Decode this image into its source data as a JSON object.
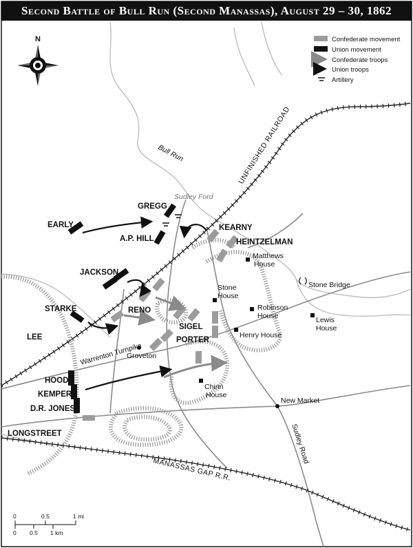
{
  "title": "Second Battle of Bull Run (Second Manassas), August 29 – 30, 1862",
  "compass": {
    "north_label": "N",
    "icon": "compass-rose-icon"
  },
  "legend": [
    {
      "label": "Confederate movement",
      "symbol": "gray-bar"
    },
    {
      "label": "Union movement",
      "symbol": "black-bar"
    },
    {
      "label": "Confederate troops",
      "symbol": "gray-arrow"
    },
    {
      "label": "Union troops",
      "symbol": "black-arrow"
    },
    {
      "label": "Artillery",
      "symbol": "artillery"
    }
  ],
  "commanders": {
    "gregg": "GREGG",
    "early": "EARLY",
    "ap_hill": "A.P. HILL",
    "kearny": "KEARNY",
    "heintzelman": "HEINTZELMAN",
    "jackson": "JACKSON",
    "reno": "RENO",
    "starke": "STARKE",
    "sigel": "SIGEL",
    "lee": "LEE",
    "porter": "PORTER",
    "hood": "HOOD",
    "kemper": "KEMPER",
    "dr_jones": "D.R. JONES",
    "longstreet": "LONGSTREET"
  },
  "places": {
    "bull_run": "Bull Run",
    "sudley_ford": "Sudley Ford",
    "matthews_house": [
      "Matthews",
      "House"
    ],
    "stone_house": [
      "Stone",
      "House"
    ],
    "stone_bridge": "Stone Bridge",
    "robinson_house": [
      "Robinson",
      "House"
    ],
    "lewis_house": [
      "Lewis",
      "House"
    ],
    "henry_house": "Henry House",
    "groveton": "Groveton",
    "chinn_house": [
      "Chinn",
      "House"
    ],
    "new_market": "New Market"
  },
  "roads": {
    "unfinished_railroad": "UNFINISHED RAILROAD",
    "warrenton_turnpike": "Warrenton Turnpike",
    "sudley_road": "Sudley Road",
    "manassas_gap_rr": "MANASSAS GAP R.R."
  },
  "scale": {
    "mi_ticks": [
      "0",
      "0.5",
      "1 mi"
    ],
    "km_ticks": [
      "0",
      "0.5",
      "1 km"
    ]
  }
}
